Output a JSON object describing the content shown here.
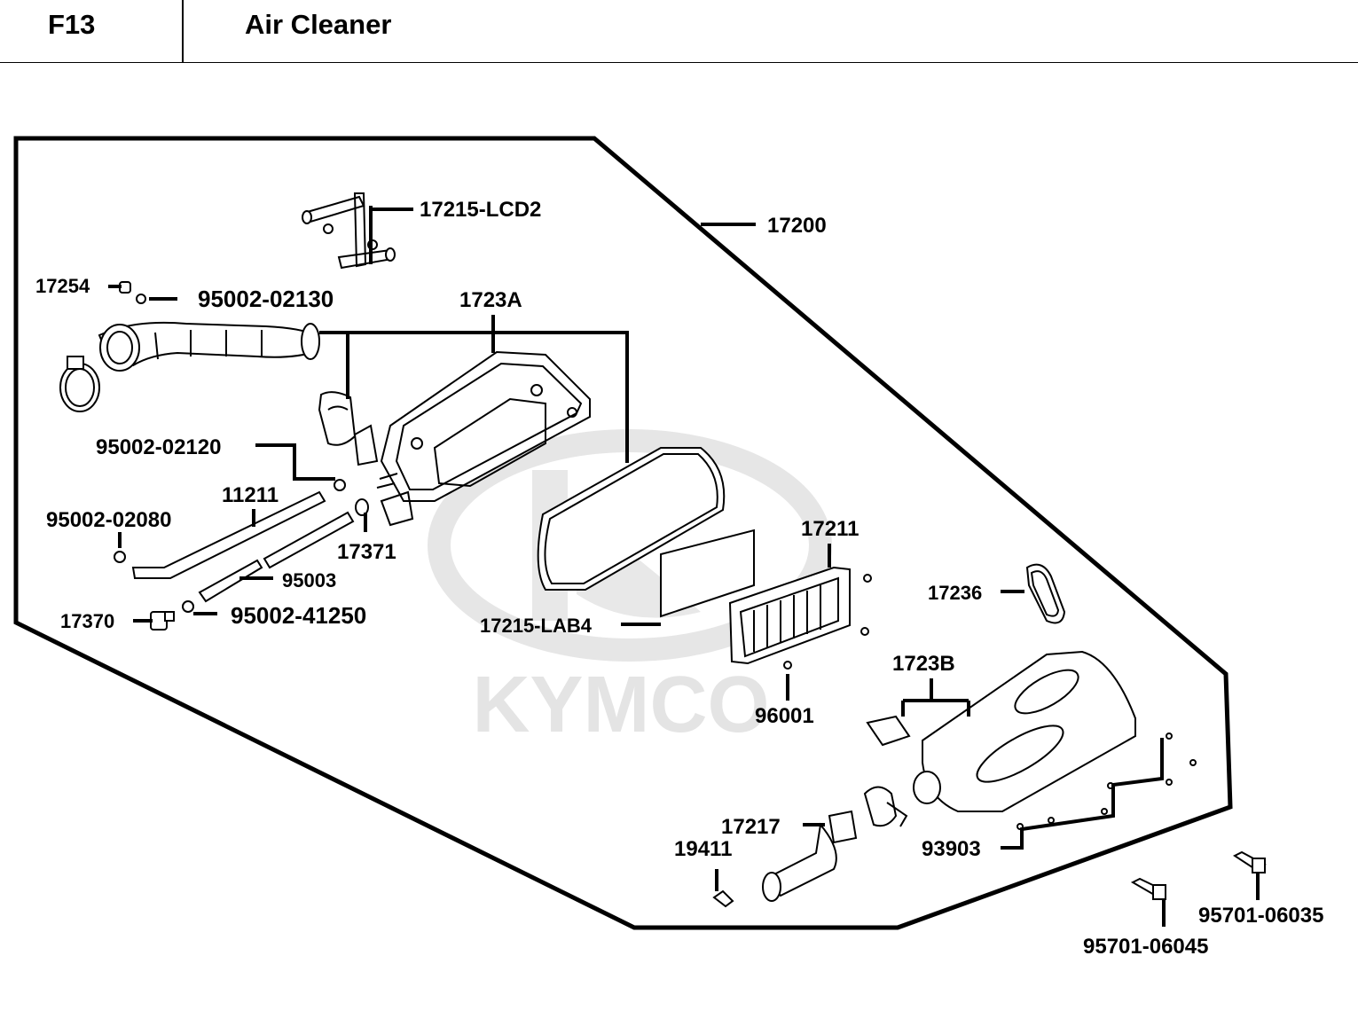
{
  "header": {
    "code": "F13",
    "title": "Air Cleaner"
  },
  "watermark": {
    "text": "KYMCO"
  },
  "parts": {
    "p17215_lcd2": "17215-LCD2",
    "p17200": "17200",
    "p17254": "17254",
    "p95002_02130": "95002-02130",
    "p1723a": "1723A",
    "p95002_02120": "95002-02120",
    "p11211": "11211",
    "p95002_02080": "95002-02080",
    "p17371": "17371",
    "p95003": "95003",
    "p17370": "17370",
    "p95002_41250": "95002-41250",
    "p17215_lab4": "17215-LAB4",
    "p17211": "17211",
    "p17236": "17236",
    "p96001": "96001",
    "p1723b": "1723B",
    "p17217": "17217",
    "p19411": "19411",
    "p93903": "93903",
    "p95701_06035": "95701-06035",
    "p95701_06045": "95701-06045"
  }
}
